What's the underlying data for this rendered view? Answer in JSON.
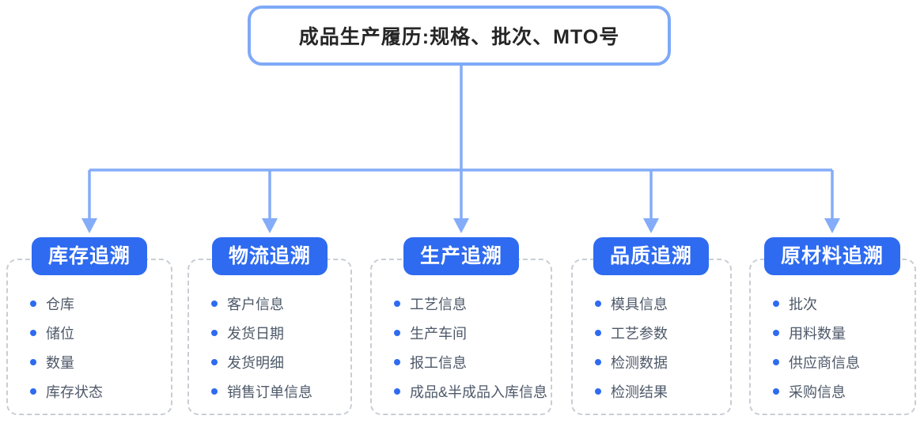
{
  "diagram": {
    "root": {
      "title": "成品生产履历:规格、批次、MTO号"
    },
    "columns": [
      {
        "title": "库存追溯",
        "items": [
          "仓库",
          "储位",
          "数量",
          "库存状态"
        ]
      },
      {
        "title": "物流追溯",
        "items": [
          "客户信息",
          "发货日期",
          "发货明细",
          "销售订单信息"
        ]
      },
      {
        "title": "生产追溯",
        "items": [
          "工艺信息",
          "生产车间",
          "报工信息",
          "成品&半成品入库信息"
        ]
      },
      {
        "title": "品质追溯",
        "items": [
          "模具信息",
          "工艺参数",
          "检测数据",
          "检测结果"
        ]
      },
      {
        "title": "原材料追溯",
        "items": [
          "批次",
          "用料数量",
          "供应商信息",
          "采购信息"
        ]
      }
    ],
    "colors": {
      "accent_blue": "#2E6BF0",
      "connector_blue": "#84ACF8",
      "root_border_blue": "#7FA9F8",
      "title_text": "#262626",
      "item_text": "#4E5969",
      "dashed_border": "#C9CDD4"
    }
  }
}
